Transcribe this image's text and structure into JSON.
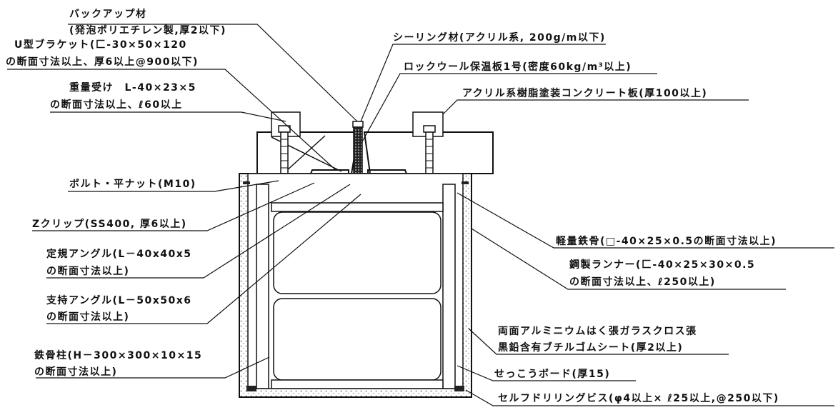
{
  "labels": {
    "backup_1": "バックアップ材",
    "backup_2": "(発泡ポリエチレン製,厚2以下)",
    "ubracket_1": "U型ブラケット(匚-30×50×120",
    "ubracket_2": "の断面寸法以上、厚6以上@900以下)",
    "weight_1": "重量受け　L-40×23×5",
    "weight_2": "の断面寸法以上、ℓ60以上",
    "sealing": "シーリング材(アクリル系, 200g/m以下)",
    "rockwool": "ロックウール保温板1号(密度60kg/m³以上)",
    "panel": "アクリル系樹脂塗装コンクリート板(厚100以上)",
    "bolt": "ボルト・平ナット(M10)",
    "zclip": "Zクリップ(SS400, 厚6以上)",
    "regangle_1": "定規アングル(L－40x40x5",
    "regangle_2": "の断面寸法以上)",
    "supangle_1": "支持アングル(L－50x50x6",
    "supangle_2": "の断面寸法以上)",
    "column_1": "鉄骨柱(H－300×300×10×15",
    "column_2": "の断面寸法以上)",
    "lightsteel": "軽量鉄骨(□-40×25×0.5の断面寸法以上)",
    "runner_1": "鋼製ランナー(匚-40×25×30×0.5",
    "runner_2": "の断面寸法以上、ℓ250以上)",
    "glasscloth": "両面アルミニウムはく張ガラスクロス張",
    "butyl": "黒鉛含有ブチルゴムシート(厚2以上)",
    "gypsum": "せっこうボード(厚15)",
    "screw": "セルフドリリングビス(φ4以上× ℓ25以上,@250以下)"
  }
}
